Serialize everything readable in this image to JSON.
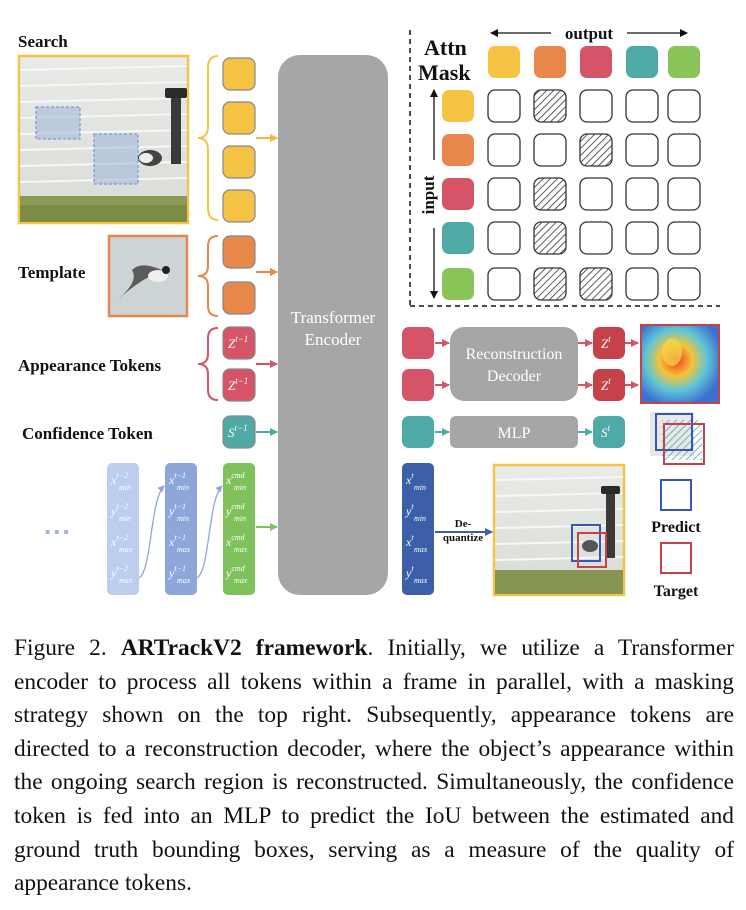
{
  "labels": {
    "search": "Search",
    "template": "Template",
    "appearance_tokens": "Appearance Tokens",
    "confidence_token": "Confidence Token",
    "attn_mask_line1": "Attn",
    "attn_mask_line2": "Mask",
    "output": "output",
    "input": "input",
    "transformer_line1": "Transformer",
    "transformer_line2": "Encoder",
    "reconstruction_line1": "Reconstruction",
    "reconstruction_line2": "Decoder",
    "mlp": "MLP",
    "dequantize_line1": "De-",
    "dequantize_line2": "quantize",
    "predict": "Predict",
    "target": "Target",
    "ellipsis": "..."
  },
  "tokens": {
    "z_prev": {
      "base": "Z",
      "sup": "t−1"
    },
    "z_curr": {
      "base": "Z",
      "sup": "t"
    },
    "s_prev": {
      "base": "S",
      "sup": "t−1"
    },
    "s_curr": {
      "base": "S",
      "sup": "t"
    },
    "col_t2": [
      {
        "base": "x",
        "sup": "t−2",
        "sub": "min"
      },
      {
        "base": "y",
        "sup": "t−2",
        "sub": "min"
      },
      {
        "base": "x",
        "sup": "t−2",
        "sub": "max"
      },
      {
        "base": "y",
        "sup": "t−2",
        "sub": "max"
      }
    ],
    "col_t1": [
      {
        "base": "x",
        "sup": "t−1",
        "sub": "min"
      },
      {
        "base": "y",
        "sup": "t−1",
        "sub": "min"
      },
      {
        "base": "x",
        "sup": "t−1",
        "sub": "max"
      },
      {
        "base": "y",
        "sup": "t−1",
        "sub": "max"
      }
    ],
    "col_cmd": [
      {
        "base": "x",
        "sup": "cmd",
        "sub": "min"
      },
      {
        "base": "y",
        "sup": "cmd",
        "sub": "min"
      },
      {
        "base": "x",
        "sup": "cmd",
        "sub": "max"
      },
      {
        "base": "y",
        "sup": "cmd",
        "sub": "max"
      }
    ],
    "col_t": [
      {
        "base": "x",
        "sup": "t",
        "sub": "min"
      },
      {
        "base": "y",
        "sup": "t",
        "sub": "min"
      },
      {
        "base": "x",
        "sup": "t",
        "sub": "max"
      },
      {
        "base": "y",
        "sup": "t",
        "sub": "max"
      }
    ]
  },
  "colors": {
    "search": "#f6c445",
    "template": "#e8874a",
    "appearance": "#d65467",
    "confidence": "#4fa9a4",
    "coords_output": "#3d5ea8",
    "coords_cmd": "#7fc15a",
    "coords_prev": "#8ea6d9",
    "coords_prev2": "#bccdee",
    "mask_green": "#8bc55a",
    "encoder_gray": "#a6a6a6",
    "predict_box": "#3a56b4",
    "target_box": "#c6424b"
  },
  "attn_mask": {
    "hatched": [
      [
        false,
        true,
        false,
        false,
        false
      ],
      [
        false,
        false,
        true,
        false,
        false
      ],
      [
        false,
        true,
        false,
        false,
        false
      ],
      [
        false,
        true,
        false,
        false,
        false
      ],
      [
        false,
        true,
        true,
        false,
        false
      ]
    ]
  },
  "caption": {
    "fig_label": "Figure 2.",
    "title": "ARTrackV2 framework",
    "body": ". Initially, we utilize a Transformer encoder to process all tokens within a frame in parallel, with a masking strategy shown on the top right. Subsequently, appearance tokens are directed to a reconstruction decoder, where the object’s appearance within the ongoing search region is reconstructed. Simultaneously, the confidence token is fed into an MLP to predict the IoU between the estimated and ground truth bounding boxes, serving as a measure of the quality of appearance tokens."
  }
}
